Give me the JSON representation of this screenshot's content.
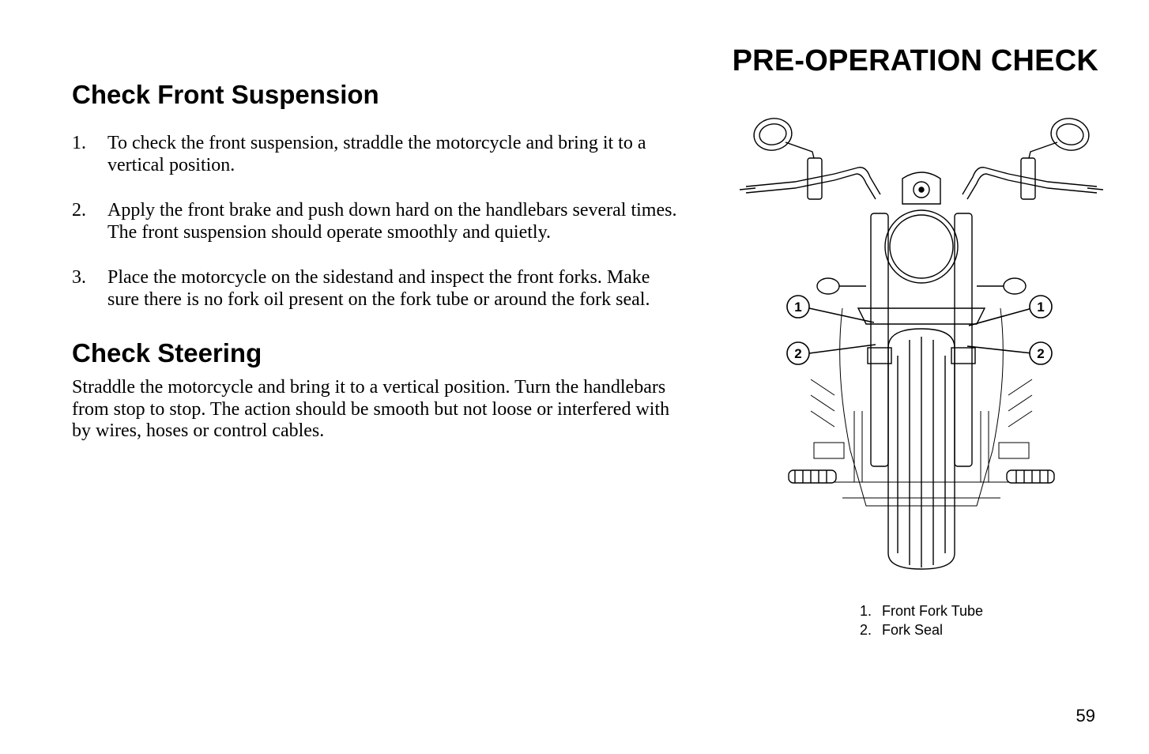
{
  "header": {
    "title": "PRE-OPERATION CHECK"
  },
  "sections": {
    "front_suspension": {
      "heading": "Check Front Suspension",
      "steps": [
        {
          "num": "1.",
          "text": "To check the front suspension, straddle the motorcycle and bring it to a vertical position."
        },
        {
          "num": "2.",
          "text": "Apply the front brake and push down hard on the handlebars several times. The front suspension should operate smoothly and quietly."
        },
        {
          "num": "3.",
          "text": "Place the motorcycle on the sidestand and inspect the front forks. Make sure there is no fork oil present on the fork tube or around the fork seal."
        }
      ]
    },
    "steering": {
      "heading": "Check Steering",
      "text": "Straddle the motorcycle and bring it to a vertical position. Turn the handlebars from stop to stop. The action should be smooth but not loose or interfered with by wires, hoses or control cables."
    }
  },
  "figure": {
    "callouts": {
      "fork_tube": "1",
      "fork_seal": "2"
    },
    "legend": [
      {
        "num": "1.",
        "label": "Front Fork Tube"
      },
      {
        "num": "2.",
        "label": "Fork Seal"
      }
    ]
  },
  "page_number": "59"
}
